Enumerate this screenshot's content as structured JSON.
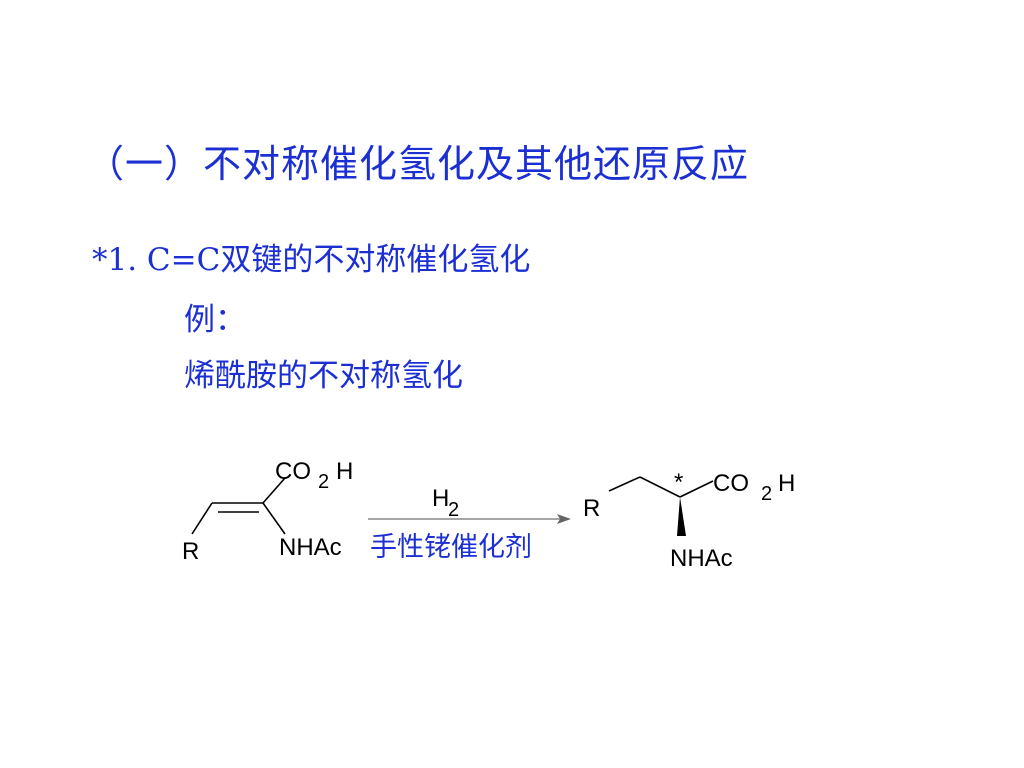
{
  "slide": {
    "title": "（一）不对称催化氢化及其他还原反应",
    "point_1": "*1.  C=C双键的不对称催化氢化",
    "example_label": "例：",
    "reaction_name": "烯酰胺的不对称氢化"
  },
  "scheme": {
    "reactant": {
      "r_group": "R",
      "acid_co": "CO",
      "acid_sub": "2",
      "acid_h": "H",
      "amide": "NHAc"
    },
    "arrow": {
      "reagent_h": "H",
      "reagent_sub": "2",
      "catalyst": "手性铑催化剂"
    },
    "product": {
      "r_group": "R",
      "stereo_mark": "*",
      "acid_co": "CO",
      "acid_sub": "2",
      "acid_h": "H",
      "amide": "NHAc"
    }
  },
  "colors": {
    "text": "#1b2fd3",
    "structure": "#000000"
  }
}
